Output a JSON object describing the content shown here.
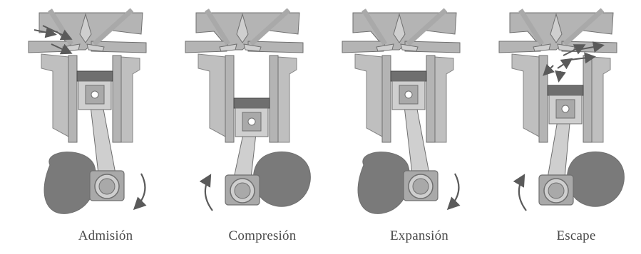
{
  "strokes": [
    {
      "label": "Admisión"
    },
    {
      "label": "Compresión"
    },
    {
      "label": "Expansión"
    },
    {
      "label": "Escape"
    }
  ],
  "colors": {
    "metal": "#a9a9a9",
    "metal_dark": "#6f6f6f",
    "metal_light": "#cfcfcf",
    "block": "#b4b4b4",
    "crank": "#7a7a7a",
    "arrow": "#5a5a5a",
    "label": "#4a4a4a"
  }
}
